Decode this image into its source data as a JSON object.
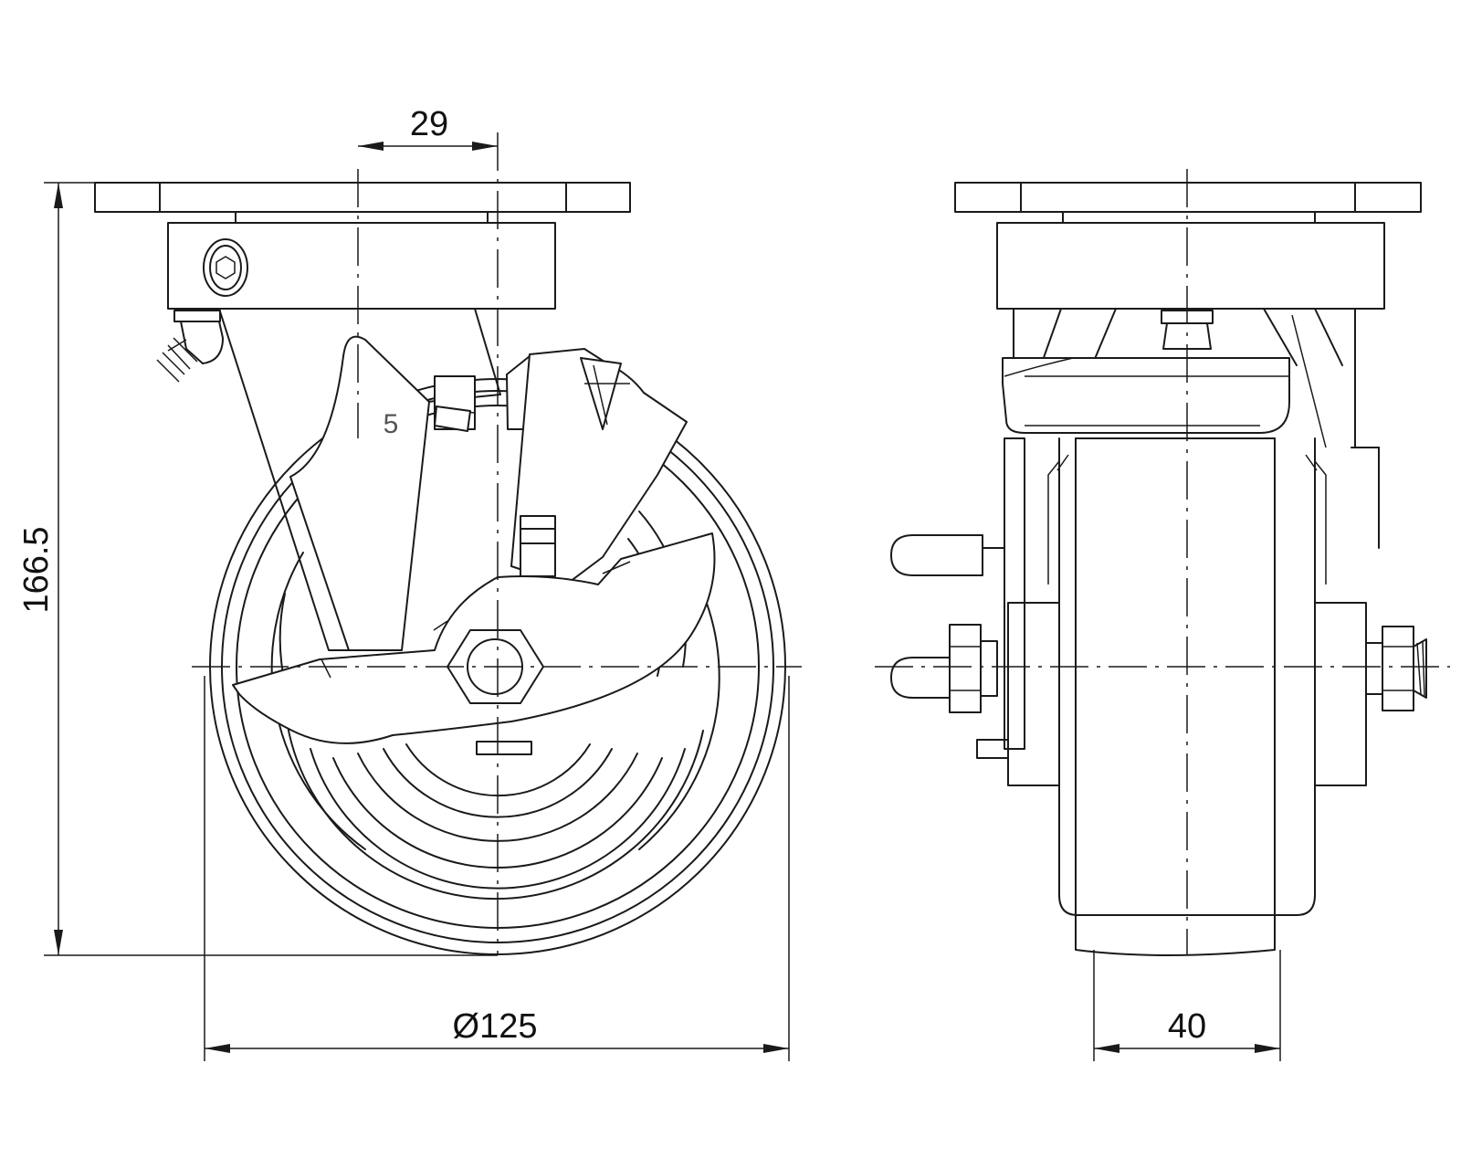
{
  "dimensions": {
    "offset": "29",
    "height": "166.5",
    "wheel_diameter": "Ø125",
    "wheel_width": "40"
  },
  "part_mark": "5",
  "colors": {
    "line": "#1a1a1a",
    "background": "#ffffff"
  }
}
